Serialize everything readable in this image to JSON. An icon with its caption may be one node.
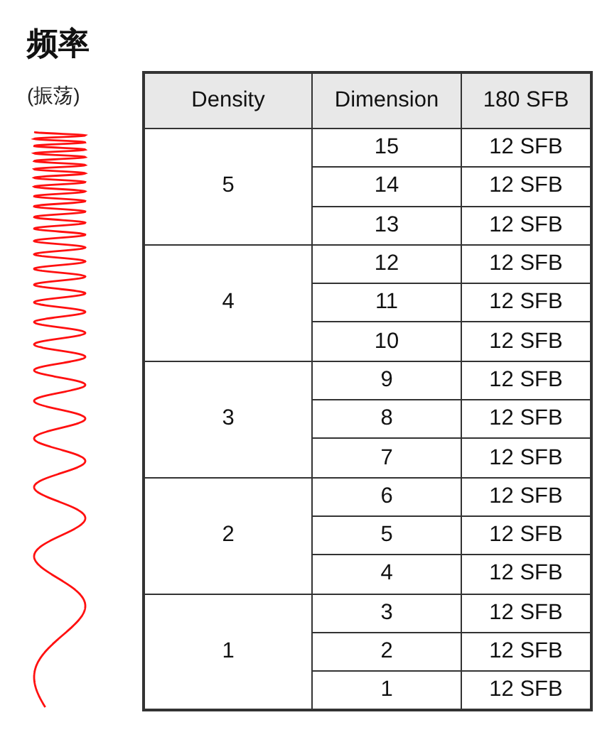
{
  "diagram": {
    "title": "频率",
    "labels": [
      "(振荡)",
      "Density",
      "Dimension",
      "180 SFB",
      "5",
      "15",
      "12 SFB",
      "14",
      "12 SFB",
      "13",
      "12 SFB",
      "4",
      "12",
      "12 SFB",
      "11",
      "12 SFB",
      "10",
      "12 SFB",
      "3",
      "9",
      "12 SFB",
      "8",
      "12 SFB",
      "7",
      "12 SFB",
      "2",
      "6",
      "12 SFB",
      "5",
      "12 SFB",
      "4",
      "12 SFB",
      "1",
      "3",
      "12 SFB",
      "2",
      "12 SFB",
      "1",
      "12 SFB"
    ]
  }
}
